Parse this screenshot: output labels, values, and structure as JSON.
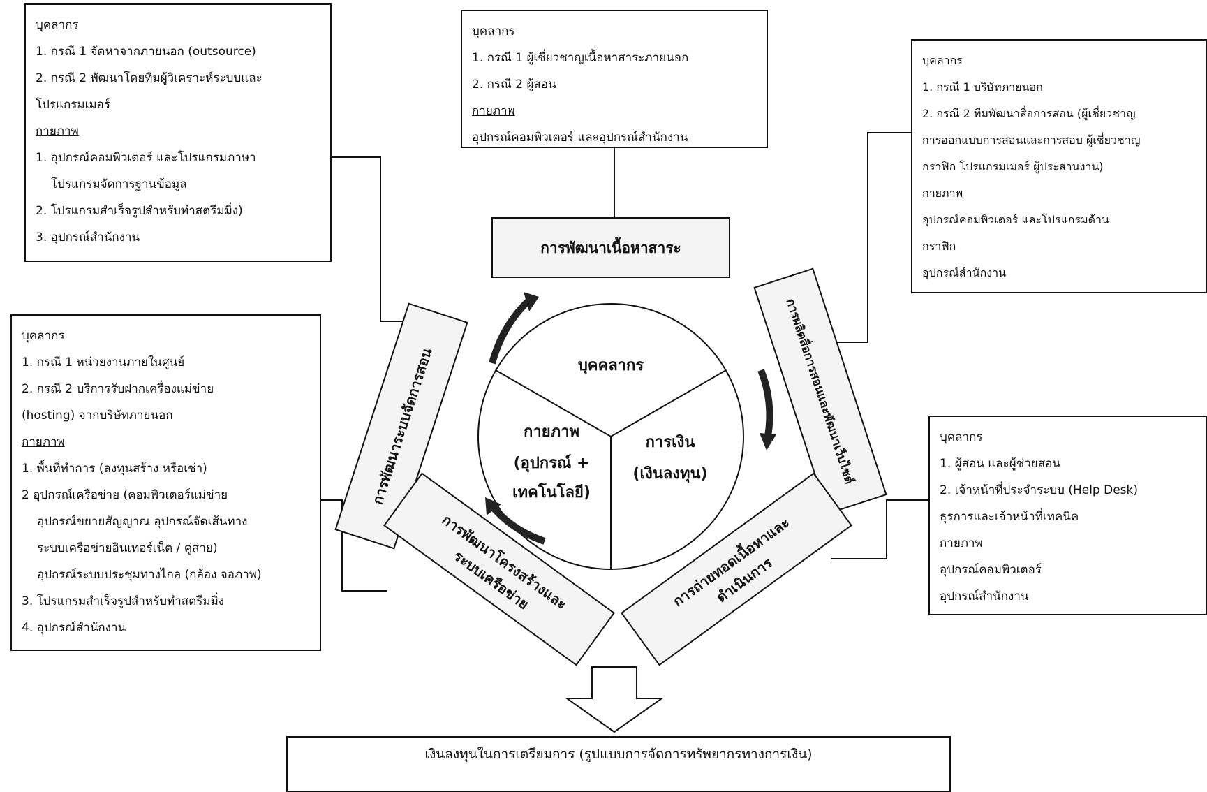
{
  "boxes": {
    "top_left": {
      "lines": [
        "บุคลากร",
        "1. กรณี 1  จัดหาจากภายนอก (outsource)",
        "2. กรณี 2  พัฒนาโดยทีมผู้วิเคราะห์ระบบและ",
        "โปรแกรมเมอร์",
        "กายภาพ",
        "1. อุปกรณ์คอมพิวเตอร์ และโปรแกรมภาษา",
        "โปรแกรมจัดการฐานข้อมูล",
        "2. โปรแกรมสำเร็จรูปสำหรับทำสตรีมมิ่ง)",
        "3. อุปกรณ์สำนักงาน"
      ]
    },
    "top_center": {
      "lines": [
        "บุคลากร",
        "1. กรณี 1 ผู้เชี่ยวชาญเนื้อหาสาระภายนอก",
        "2. กรณี 2 ผู้สอน",
        "กายภาพ",
        "อุปกรณ์คอมพิวเตอร์ และอุปกรณ์สำนักงาน"
      ]
    },
    "top_right": {
      "lines": [
        "บุคลากร",
        "1. กรณี 1 บริษัทภายนอก",
        "2. กรณี 2  ทีมพัฒนาสื่อการสอน (ผู้เชี่ยวชาญ",
        "การออกแบบการสอนและการสอบ ผู้เชี่ยวชาญ",
        "กราฟิก โปรแกรมเมอร์ ผู้ประสานงาน)",
        "กายภาพ",
        "อุปกรณ์คอมพิวเตอร์ และโปรแกรมด้าน",
        "กราฟิก",
        "อุปกรณ์สำนักงาน"
      ]
    },
    "mid_left": {
      "lines": [
        "บุคลากร",
        "1. กรณี 1  หน่วยงานภายในศูนย์",
        "2. กรณี 2  บริการรับฝากเครื่องแม่ข่าย",
        "(hosting) จากบริษัทภายนอก",
        "กายภาพ",
        "1. พื้นที่ทำการ (ลงทุนสร้าง หรือเช่า)",
        "2  อุปกรณ์เครือข่าย (คอมพิวเตอร์แม่ข่าย",
        "อุปกรณ์ขยายสัญญาณ อุปกรณ์จัดเส้นทาง",
        "ระบบเครือข่ายอินเทอร์เน็ต / คู่สาย)",
        "อุปกรณ์ระบบประชุมทางไกล (กล้อง จอภาพ)",
        "3. โปรแกรมสำเร็จรูปสำหรับทำสตรีมมิ่ง",
        "4. อุปกรณ์สำนักงาน"
      ]
    },
    "mid_right": {
      "lines": [
        "บุคลากร",
        "1. ผู้สอน และผู้ช่วยสอน",
        "2. เจ้าหน้าที่ประจำระบบ (Help Desk)",
        "ธุรการและเจ้าหน้าที่เทคนิค",
        "กายภาพ",
        "อุปกรณ์คอมพิวเตอร์",
        "อุปกรณ์สำนักงาน"
      ]
    }
  },
  "pentagon": {
    "top": "การพัฒนาเนื้อหาสาระ",
    "left": "การพัฒนาระบบจัดการสอน",
    "right": "การผลิตสื่อการสอนและพัฒนาเว็บไซต์",
    "bottom_left_1": "การพัฒนาโครงสร้างและ",
    "bottom_left_2": "ระบบเครือข่าย",
    "bottom_right_1": "การถ่ายทอดเนื้อหาและ",
    "bottom_right_2": "ดำเนินการ"
  },
  "circle": {
    "people": "บุคคลากร",
    "physical_1": "กายภาพ",
    "physical_2": "(อุปกรณ์ +",
    "physical_3": "เทคโนโลยี)",
    "finance_1": "การเงิน",
    "finance_2": "(เงินลงทุน)"
  },
  "bottom_box": "เงินลงทุนในการเตรียมการ (รูปแบบการจัดการทรัพยากรทางการเงิน)"
}
